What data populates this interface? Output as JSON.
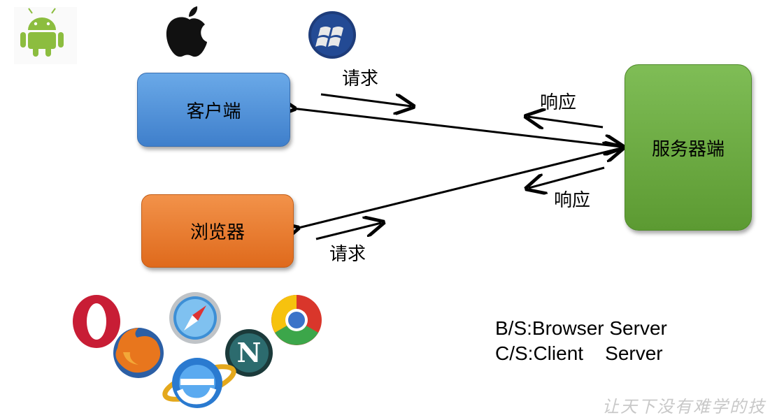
{
  "nodes": {
    "client": "客户端",
    "browser": "浏览器",
    "server": "服务器端"
  },
  "labels": {
    "request_top": "请求",
    "response_top": "响应",
    "response_bottom": "响应",
    "request_bottom": "请求"
  },
  "legend": {
    "bs": "B/S:Browser Server",
    "cs": "C/S:Client    Server"
  },
  "watermark": "让天下没有难学的技",
  "icons": {
    "platforms": [
      "android-icon",
      "apple-icon",
      "windows-icon"
    ],
    "browsers": [
      "opera-icon",
      "safari-icon",
      "chrome-icon",
      "firefox-icon",
      "netscape-icon",
      "ie-icon"
    ]
  },
  "colors": {
    "client": "#4f8fd8",
    "browser": "#e87a2e",
    "server": "#6aa843"
  }
}
